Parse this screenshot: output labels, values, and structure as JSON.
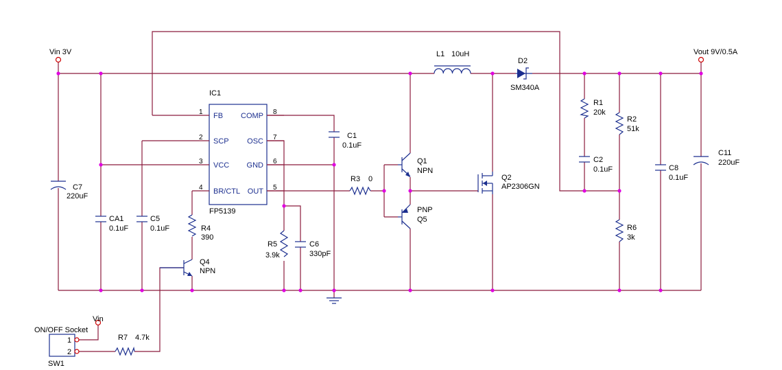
{
  "ports": {
    "vin": "Vin 3V",
    "vout": "Vout 9V/0.5A",
    "vin_small": "Vin"
  },
  "ic": {
    "ref": "IC1",
    "part": "FP5139",
    "pins": [
      {
        "num": "1",
        "name": "FB"
      },
      {
        "num": "2",
        "name": "SCP"
      },
      {
        "num": "3",
        "name": "VCC"
      },
      {
        "num": "4",
        "name": "BR/CTL"
      },
      {
        "num": "8",
        "name": "COMP"
      },
      {
        "num": "7",
        "name": "OSC"
      },
      {
        "num": "6",
        "name": "GND"
      },
      {
        "num": "5",
        "name": "OUT"
      }
    ]
  },
  "parts": {
    "c7": {
      "ref": "C7",
      "val": "220uF"
    },
    "ca1": {
      "ref": "CA1",
      "val": "0.1uF"
    },
    "c5": {
      "ref": "C5",
      "val": "0.1uF"
    },
    "r4": {
      "ref": "R4",
      "val": "390"
    },
    "q4": {
      "ref": "Q4",
      "val": "NPN"
    },
    "c1": {
      "ref": "C1",
      "val": "0.1uF"
    },
    "r5": {
      "ref": "R5",
      "val": "3.9k"
    },
    "c6": {
      "ref": "C6",
      "val": "330pF"
    },
    "r3": {
      "ref": "R3",
      "val": "0"
    },
    "q1": {
      "ref": "Q1",
      "val": "NPN"
    },
    "q5": {
      "ref": "Q5",
      "val": "PNP"
    },
    "l1": {
      "ref": "L1",
      "val": "10uH"
    },
    "d2": {
      "ref": "D2",
      "val": "SM340A"
    },
    "q2": {
      "ref": "Q2",
      "val": "AP2306GN"
    },
    "r1": {
      "ref": "R1",
      "val": "20k"
    },
    "c2": {
      "ref": "C2",
      "val": "0.1uF"
    },
    "r2": {
      "ref": "R2",
      "val": "51k"
    },
    "r6": {
      "ref": "R6",
      "val": "3k"
    },
    "c8": {
      "ref": "C8",
      "val": "0.1uF"
    },
    "c11": {
      "ref": "C11",
      "val": "220uF"
    },
    "r7": {
      "ref": "R7",
      "val": "4.7k"
    }
  },
  "switch": {
    "label": "ON/OFF Socket",
    "ref": "SW1",
    "pin1": "1",
    "pin2": "2"
  },
  "colors": {
    "wire": "#8b1a3c",
    "component": "#1c2f8f",
    "junction": "#e000e0",
    "port": "#cc0000"
  }
}
